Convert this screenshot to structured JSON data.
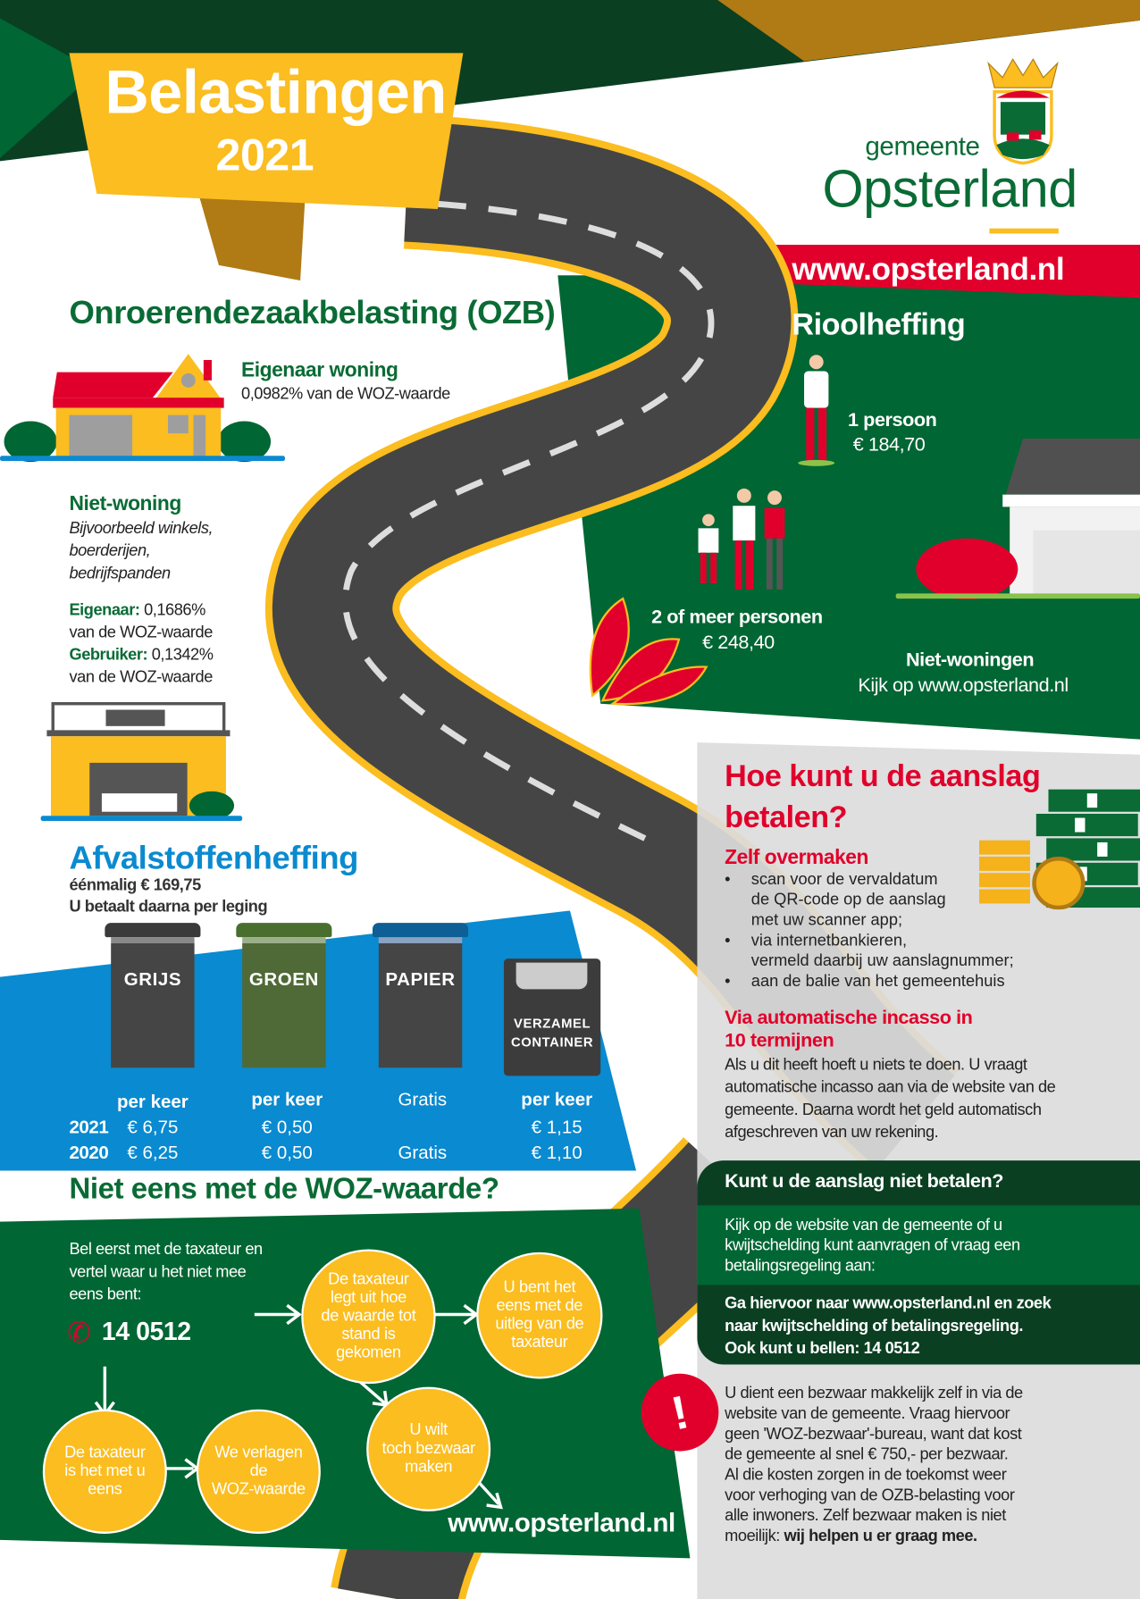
{
  "colors": {
    "dark_green": "#0a3f22",
    "green": "#006633",
    "text_green": "#0a6b35",
    "gold": "#b07a14",
    "yellow": "#fbbd1f",
    "red": "#e0002b",
    "blue": "#0a8ad0",
    "road": "#454545",
    "grey_panel": "#dcdcdc"
  },
  "header": {
    "title": "Belastingen",
    "year": "2021"
  },
  "logo": {
    "prefix": "gemeente",
    "name": "Opsterland",
    "icon": "coat-of-arms-icon"
  },
  "website_banner": "www.opsterland.nl",
  "ozb": {
    "title": "Onroerendezaakbelasting (OZB)",
    "owner_home": {
      "label": "Eigenaar woning",
      "rate": "0,0982% van de WOZ-waarde"
    },
    "non_home": {
      "label": "Niet-woning",
      "examples": [
        "Bijvoorbeeld winkels,",
        "boerderijen,",
        "bedrijfspanden"
      ],
      "owner_label": "Eigenaar:",
      "owner_rate": " 0,1686%",
      "owner_suffix": "van de WOZ-waarde",
      "user_label": "Gebruiker:",
      "user_rate": " 0,1342%",
      "user_suffix": "van de WOZ-waarde"
    }
  },
  "afval": {
    "title": "Afvalstoffenheffing",
    "once": "éénmalig € 169,75",
    "per_leging": "U betaalt daarna per leging",
    "bins": [
      {
        "label": "GRIJS",
        "unit": "per keer",
        "y2021": "€ 6,75",
        "y2020": "€ 6,25"
      },
      {
        "label": "GROEN",
        "unit": "per keer",
        "y2021": "€ 0,50",
        "y2020": "€ 0,50"
      },
      {
        "label": "PAPIER",
        "unit": "Gratis",
        "y2021": "",
        "y2020": "Gratis"
      },
      {
        "label_1": "VERZAMEL",
        "label_2": "CONTAINER",
        "unit": "per keer",
        "y2021": "€ 1,15",
        "y2020": "€ 1,10"
      }
    ],
    "years": [
      "2021",
      "2020"
    ]
  },
  "woz": {
    "title": "Niet eens met de WOZ-waarde?",
    "intro": [
      "Bel eerst met de taxateur en",
      "vertel waar u het niet mee",
      "eens bent:"
    ],
    "phone": "14 0512",
    "steps": {
      "explain": [
        "De taxateur",
        "legt uit hoe",
        "de waarde tot",
        "stand is",
        "gekomen"
      ],
      "agree": [
        "U bent het",
        "eens met de",
        "uitleg van de",
        "taxateur"
      ],
      "taxateur_agrees": [
        "De taxateur",
        "is het met u",
        "eens"
      ],
      "lower": [
        "We verlagen",
        "de",
        "WOZ-waarde"
      ],
      "objection": [
        "U wilt",
        "toch bezwaar",
        "maken"
      ]
    },
    "website": "www.opsterland.nl"
  },
  "riool": {
    "title": "Rioolheffing",
    "one": {
      "label": "1 persoon",
      "price": "€ 184,70"
    },
    "more": {
      "label": "2 of meer personen",
      "price": "€ 248,40"
    },
    "non_home": {
      "label": "Niet-woningen",
      "text": "Kijk op www.opsterland.nl"
    }
  },
  "pay": {
    "title_1": "Hoe kunt u de aanslag",
    "title_2": "betalen?",
    "self_title": "Zelf overmaken",
    "self_items": [
      [
        "scan voor de vervaldatum",
        "de QR-code op de aanslag",
        "met uw scanner app;"
      ],
      [
        "via internetbankieren,",
        "vermeld daarbij uw aanslagnummer;"
      ],
      [
        "aan de balie van het gemeentehuis"
      ]
    ],
    "auto_title_1": "Via automatische incasso in",
    "auto_title_2": "10 termijnen",
    "auto_text": [
      "Als u dit heeft hoeft u niets te doen. U vraagt",
      "automatische incasso aan via de website van de",
      "gemeente. Daarna wordt het geld automatisch",
      "afgeschreven van uw rekening."
    ]
  },
  "cannot_pay": {
    "title": "Kunt u de aanslag niet betalen?",
    "text": [
      "Kijk op de website van de gemeente of u",
      "kwijtschelding kunt aanvragen of vraag een",
      "betalingsregeling aan:"
    ],
    "bold": [
      "Ga hiervoor naar www.opsterland.nl en zoek",
      "naar kwijtschelding of betalingsregeling.",
      "Ook kunt u bellen: 14 0512"
    ]
  },
  "notice": {
    "icon": "exclamation-icon",
    "lines": [
      "U dient een bezwaar makkelijk zelf in via de",
      "website van de gemeente. Vraag hiervoor",
      "geen 'WOZ-bezwaar'-bureau, want dat kost",
      "de gemeente al snel € 750,- per bezwaar.",
      "Al die kosten zorgen in de toekomst weer",
      "voor verhoging van de OZB-belasting voor",
      "alle inwoners. Zelf bezwaar maken is niet"
    ],
    "last_prefix": "moeilijk: ",
    "last_bold": "wij helpen u er graag mee."
  }
}
